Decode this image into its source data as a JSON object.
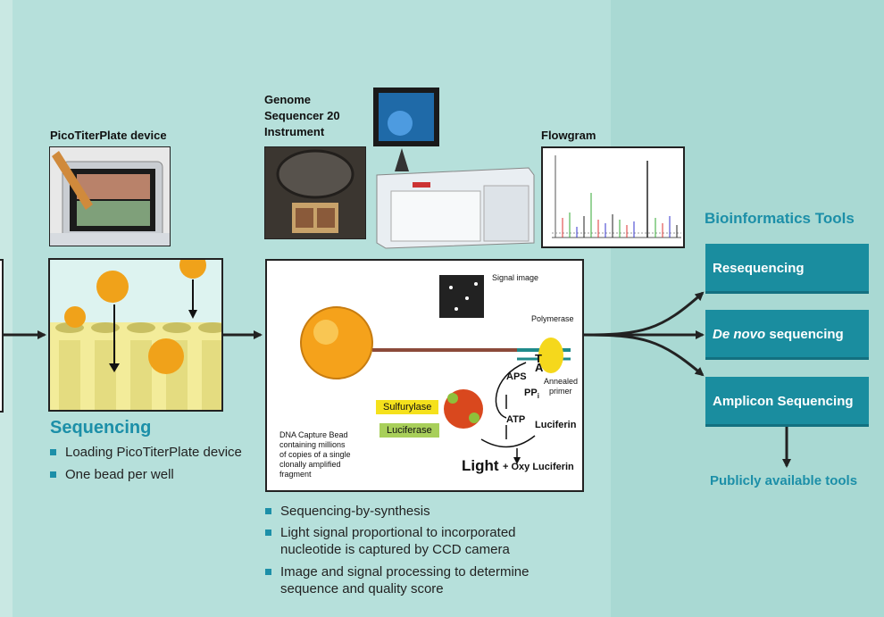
{
  "labels": {
    "picotiter": "PicoTiterPlate device",
    "genome_line1": "Genome",
    "genome_line2": "Sequencer 20",
    "genome_line3": "Instrument",
    "flowgram": "Flowgram"
  },
  "sequencing": {
    "title": "Sequencing",
    "bullets": [
      "Loading PicoTiterPlate device",
      "One bead per well"
    ]
  },
  "synthesis": {
    "bullets": [
      "Sequencing-by-synthesis",
      "Light signal proportional to incorporated",
      "nucleotide is captured by CCD camera",
      "Image and signal processing to determine",
      "sequence and quality score"
    ]
  },
  "reaction": {
    "signal_image": "Signal image",
    "polymerase": "Polymerase",
    "annealed1": "Annealed",
    "annealed2": "primer",
    "base_t": "T",
    "base_a": "A",
    "aps": "APS",
    "ppi": "PP",
    "ppi_sub": "i",
    "atp": "ATP",
    "sulfurylase": "Sulfurylase",
    "luciferase": "Luciferase",
    "luciferin": "Luciferin",
    "light": "Light",
    "oxy": "+ Oxy Luciferin",
    "bead_desc": [
      "DNA Capture Bead",
      "containing millions",
      "of copies of a single",
      "clonally amplified",
      "fragment"
    ]
  },
  "bioinformatics": {
    "title": "Bioinformatics Tools",
    "resequencing": "Resequencing",
    "denovo_italic": "De novo",
    "denovo_rest": " sequencing",
    "amplicon": "Amplicon Sequencing",
    "public": "Publicly available tools"
  },
  "colors": {
    "accent": "#1c8fa8",
    "tool_box": "#1a8d9f",
    "sulfurylase_tag": "#f5e11c",
    "luciferase_tag": "#a8cf5a"
  }
}
